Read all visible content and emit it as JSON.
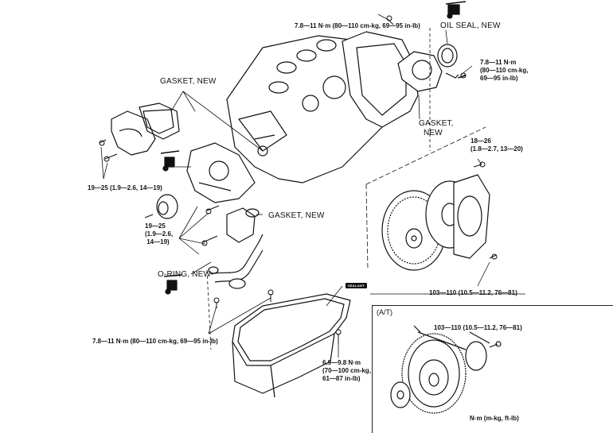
{
  "diagram": {
    "title": "Engine block, rear cover, oil pump, water pump, oil pan and flywheel exploded view",
    "unit_legend": "N·m (m-kg, ft-lb)",
    "at_inset_title": "(A/T)",
    "sealant_label": "SEALANT",
    "labels": {
      "rear_cover_bolt_torque": "7.8—11 N·m (80—110 cm-kg, 69—95 in-lb)",
      "oil_seal": "OIL SEAL, NEW",
      "oil_seal_bolt_torque": "7.8—11 N·m\n(80—110 cm-kg,\n69—95 in-lb)",
      "rear_gasket": "GASKET,\n  NEW",
      "pressure_plate_torque": "18—26\n(1.8—2.7, 13—20)",
      "front_gasket": "GASKET, NEW",
      "water_pump_torque": "19—25 (1.9—2.6, 14—19)",
      "oil_pump_torque": "19—25\n(1.9—2.6,\n 14—19)",
      "strainer_gasket": "GASKET, NEW",
      "o_ring": "O-RING, NEW",
      "oil_pan_bolt_torque": "7.8—11 N·m (80—110 cm-kg, 69—95 in-lb)",
      "drain_plug_torque": "6.9—9.8 N·m\n(70—100 cm-kg,\n61—87 in-lb)",
      "flywheel_torque_mt": "103—110 (10.5—11.2, 76—81)",
      "flywheel_torque_at": "103—110 (10.5—11.2, 76—81)"
    }
  }
}
